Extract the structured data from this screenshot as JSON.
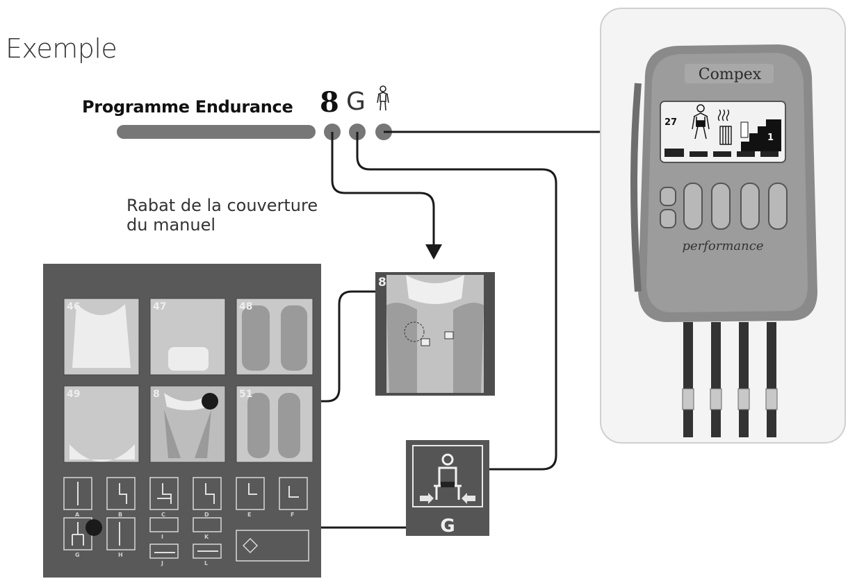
{
  "heading": "Exemple",
  "program": {
    "label": "Programme Endurance",
    "number": "8",
    "position": "G"
  },
  "flap_caption": {
    "line1": "Rabat de la couverture",
    "line2": "du manuel"
  },
  "device": {
    "brand": "Compex",
    "model": "performance",
    "screen_value": "27",
    "screen_level": "1"
  },
  "manual_page": {
    "placement_numbers": [
      "46",
      "47",
      "48",
      "49",
      "8",
      "51"
    ],
    "position_letters": [
      "A",
      "B",
      "C",
      "D",
      "E",
      "F",
      "G",
      "H",
      "I",
      "K",
      "J",
      "L"
    ]
  },
  "zoom": {
    "placement_number": "8",
    "position_letter": "G"
  },
  "colors": {
    "line": "#1a1a1a",
    "dot": "#7a7a7a",
    "page_bg": "#5a5a5a",
    "device_body": "#888888"
  }
}
